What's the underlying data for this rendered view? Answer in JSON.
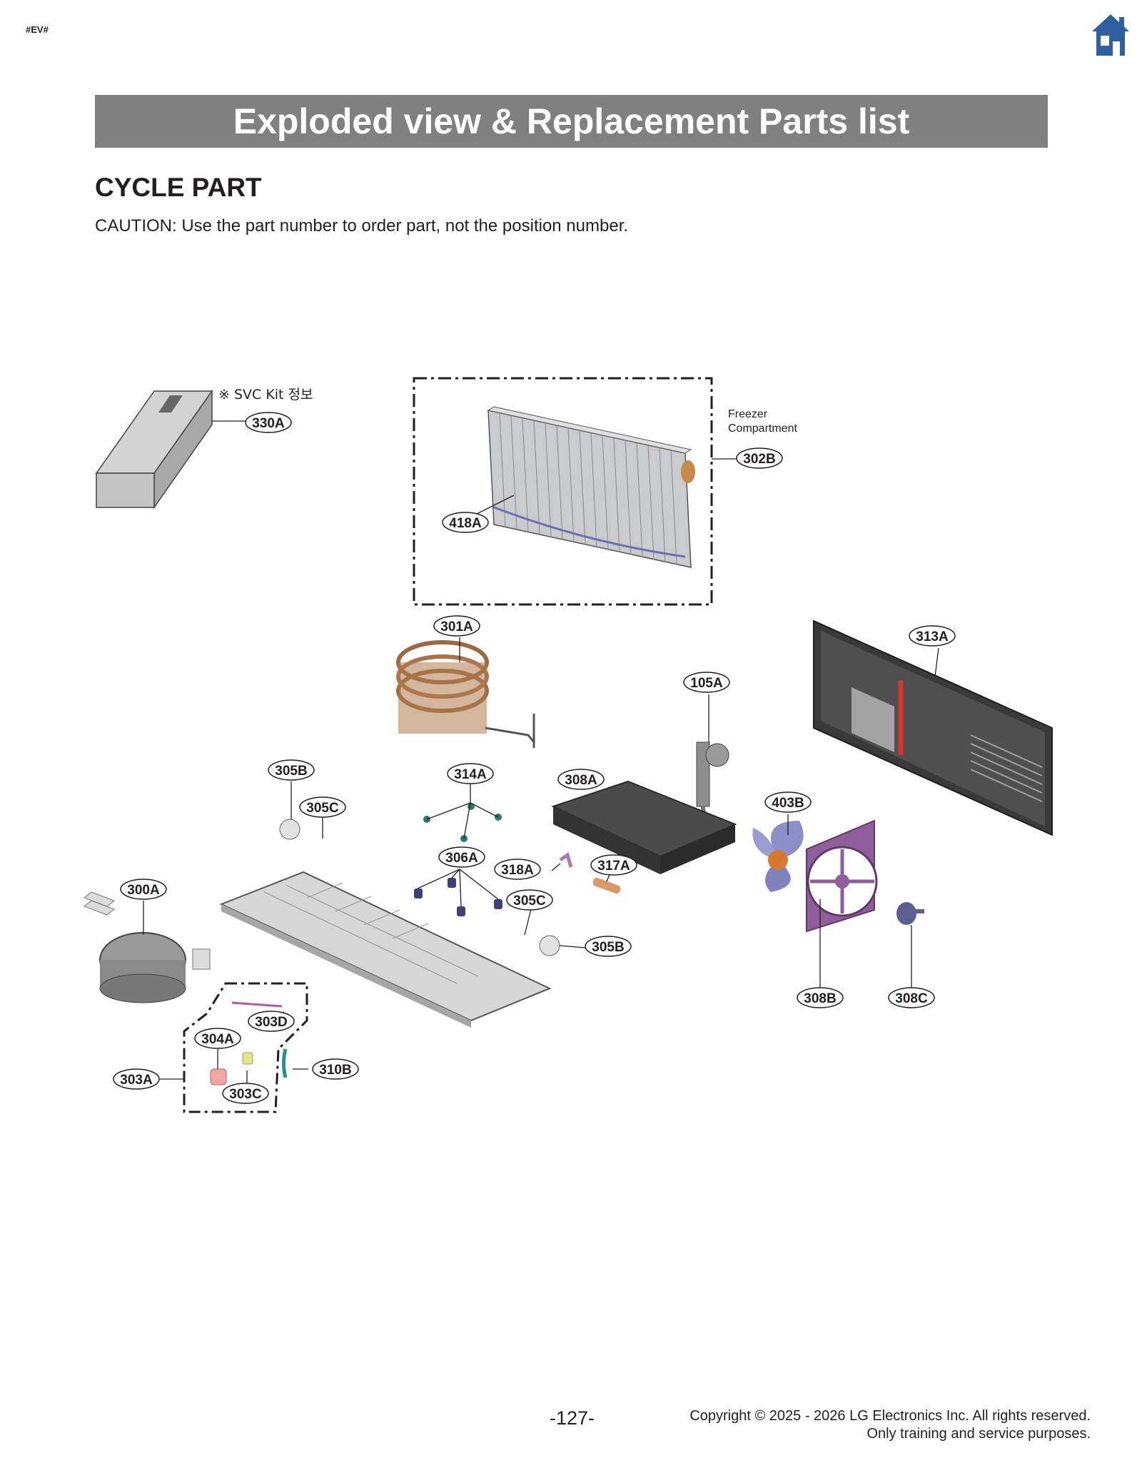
{
  "header": {
    "doc_tag": "#EV#",
    "home_icon": "home-icon",
    "title": "Exploded view & Replacement Parts list"
  },
  "section": {
    "title": "CYCLE PART",
    "caution": "CAUTION: Use the part number to order part, not the position number."
  },
  "diagram": {
    "svc_kit_note": "※ SVC Kit 정보",
    "compartment_label_line1": "Freezer",
    "compartment_label_line2": "Compartment",
    "callouts": {
      "c330A": "330A",
      "c302B": "302B",
      "c418A": "418A",
      "c301A": "301A",
      "c313A": "313A",
      "c105A": "105A",
      "c305B_top": "305B",
      "c314A": "314A",
      "c308A": "308A",
      "c305C_top": "305C",
      "c403B": "403B",
      "c306A": "306A",
      "c318A": "318A",
      "c317A": "317A",
      "c300A": "300A",
      "c305C_mid": "305C",
      "c305B_mid": "305B",
      "c308B": "308B",
      "c308C": "308C",
      "c303D": "303D",
      "c304A": "304A",
      "c310B": "310B",
      "c303A": "303A",
      "c303C": "303C"
    }
  },
  "footer": {
    "page_number": "-127-",
    "copyright_line1": "Copyright © 2025 - 2026 LG Electronics Inc. All rights reserved.",
    "copyright_line2": "Only training and service purposes."
  }
}
